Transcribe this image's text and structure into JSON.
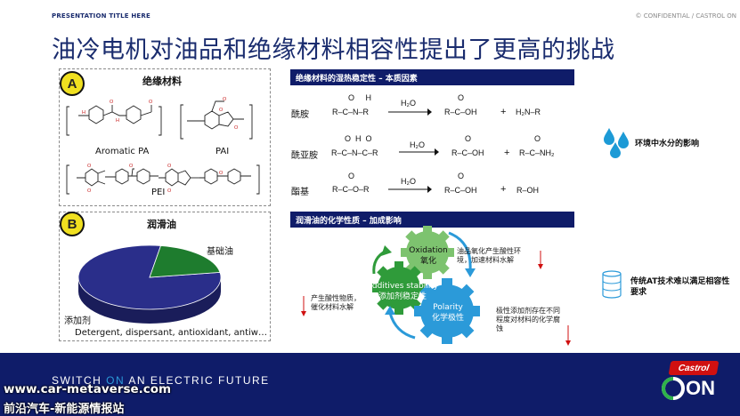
{
  "header": {
    "presentation_title": "PRESENTATION TITLE HERE",
    "confidential": "© CONFIDENTIAL / CASTROL ON"
  },
  "page_title": "油冷电机对油品和绝缘材料相容性提出了更高的挑战",
  "panel_a": {
    "badge": "A",
    "title": "绝缘材料",
    "labels": [
      "Aromatic PA",
      "PAI",
      "PEI"
    ]
  },
  "panel_b": {
    "badge": "B",
    "title": "润滑油",
    "slice_base": "基础油",
    "slice_additive": "添加剂",
    "additive_list": "Detergent, dispersant, antioxidant, antiwear/EP...",
    "pie_data": [
      {
        "label": "基础油",
        "value": 80
      },
      {
        "label": "添加剂",
        "value": 20
      }
    ]
  },
  "hydro": {
    "bar": "绝缘材料的湿热稳定性 – 本质因素",
    "rows": [
      {
        "name": "酰胺",
        "reagent": "R–C–N–R",
        "top_atoms": "O     H",
        "arrow": "H₂O",
        "product": "R–C–OH",
        "product_top": "O",
        "plus": "+",
        "product2": "H₂N–R"
      },
      {
        "name": "酰亚胺",
        "reagent": "R–C–N–C–R",
        "top_atoms": "O  H  O",
        "arrow": "H₂O",
        "product": "R–C–OH",
        "product_top": "O",
        "plus": "+",
        "product2": "R–C–NH₂",
        "product2_top": "O"
      },
      {
        "name": "酯基",
        "reagent": "R–C–O–R",
        "top_atoms": "O",
        "arrow": "H₂O",
        "product": "R–C–OH",
        "product_top": "O",
        "plus": "+",
        "product2": "R–OH"
      }
    ],
    "side_note": "环境中水分的影响"
  },
  "chem": {
    "bar": "润滑油的化学性质 – 加成影响",
    "gear_oxidation": [
      "Oxidation",
      "氧化"
    ],
    "gear_additives": [
      "Additives stability",
      "添加剂稳定性"
    ],
    "gear_polarity": [
      "Polarity",
      "化学极性"
    ],
    "note_oxidation": "油品氧化产生酸性环境，加速材料水解",
    "note_additives": "产生酸性物质，催化材料水解",
    "note_polarity": "极性添加剂存在不同程度对材料的化学腐蚀",
    "side_note": "传统AT技术难以满足相容性要求"
  },
  "footer": {
    "slogan_pre": "SWITCH ",
    "slogan_on": "ON",
    "slogan_post": " AN ELECTRIC FUTURE",
    "brand": "Castrol",
    "on_logo": "ON"
  },
  "watermark": {
    "line1": "www.car-metaverse.com",
    "line2": "前沿汽车-新能源情报站"
  },
  "colors": {
    "navy": "#0f1c69",
    "green": "#2f9b3a",
    "pie_blue": "#2a2e8a",
    "pie_green": "#1e7c2e",
    "gear_blue": "#2b9ad9",
    "drop": "#1c9ad6",
    "arrow_red": "#d01010"
  }
}
